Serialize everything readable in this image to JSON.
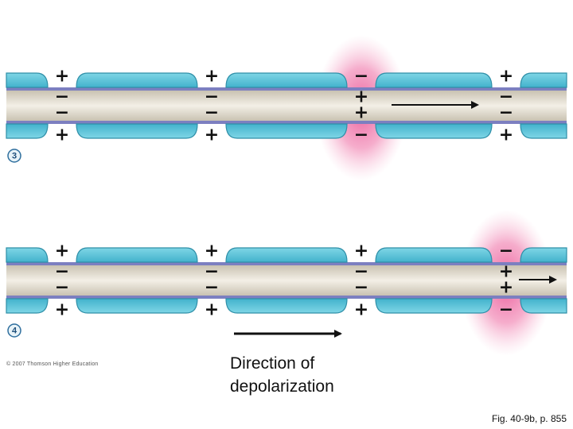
{
  "colors": {
    "myelin": "#5ec7dc",
    "myelin_edge": "#2f8fa8",
    "membrane": "#7c7fc0",
    "axon_core": "#d7d1c2",
    "axon_center": "#f3efe6",
    "glow": "#e8408a",
    "sign": "#111111"
  },
  "stages": [
    {
      "number": "3",
      "glow_node": 3,
      "nodes": [
        {
          "top": "+",
          "inner_top": "−",
          "inner_bottom": "−",
          "bottom": "+"
        },
        {
          "top": "+",
          "inner_top": "−",
          "inner_bottom": "−",
          "bottom": "+"
        },
        {
          "top": "−",
          "inner_top": "+",
          "inner_bottom": "+",
          "bottom": "−"
        },
        {
          "top": "+",
          "inner_top": "−",
          "inner_bottom": "−",
          "bottom": "+"
        }
      ]
    },
    {
      "number": "4",
      "glow_node": 4,
      "nodes": [
        {
          "top": "+",
          "inner_top": "−",
          "inner_bottom": "−",
          "bottom": "+"
        },
        {
          "top": "+",
          "inner_top": "−",
          "inner_bottom": "−",
          "bottom": "+"
        },
        {
          "top": "+",
          "inner_top": "−",
          "inner_bottom": "−",
          "bottom": "+"
        },
        {
          "top": "−",
          "inner_top": "+",
          "inner_bottom": "+",
          "bottom": "−"
        }
      ]
    }
  ],
  "caption": "Direction of depolarization",
  "copyright": "© 2007 Thomson Higher Education",
  "figure_ref": "Fig. 40-9b, p. 855"
}
